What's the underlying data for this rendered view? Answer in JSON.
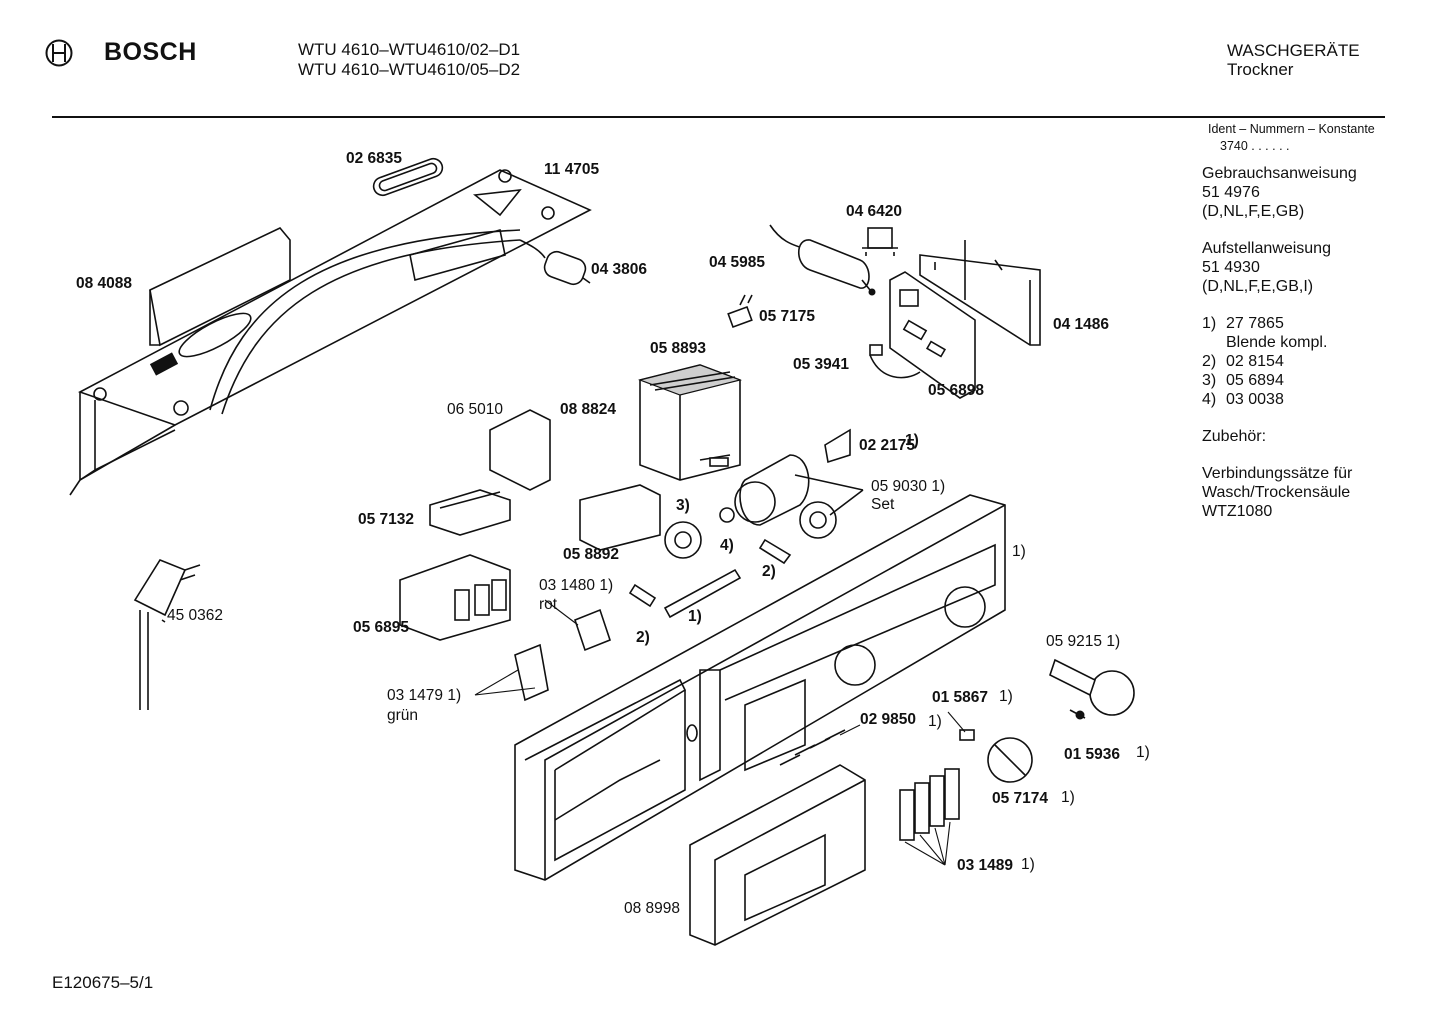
{
  "header": {
    "brand": "BOSCH",
    "model_line1": "WTU 4610–WTU4610/02–D1",
    "model_line2": "WTU 4610–WTU4610/05–D2",
    "category": "WASCHGERÄTE",
    "subcategory": "Trockner"
  },
  "sidebar": {
    "ident_title": "Ident – Nummern – Konstante",
    "ident_value": "3740 . . . . . .",
    "manual_title": "Gebrauchsanweisung",
    "manual_number": "51 4976",
    "manual_langs": "(D,NL,F,E,GB)",
    "install_title": "Aufstellanweisung",
    "install_number": "51 4930",
    "install_langs": "(D,NL,F,E,GB,I)",
    "notes": [
      {
        "n": "1)",
        "text": "27 7865"
      },
      {
        "n": "",
        "text": "Blende kompl."
      },
      {
        "n": "2)",
        "text": "02 8154"
      },
      {
        "n": "3)",
        "text": "05 6894"
      },
      {
        "n": "4)",
        "text": "03 0038"
      }
    ],
    "accessories_title": "Zubehör:",
    "accessories_line1": "Verbindungssätze für",
    "accessories_line2": "Wasch/Trockensäule",
    "accessories_line3": "WTZ1080"
  },
  "parts": {
    "p026835": "02 6835",
    "p114705": "11 4705",
    "p084088": "08 4088",
    "p043806": "04 3806",
    "p046420": "04 6420",
    "p045985": "04 5985",
    "p057175": "05 7175",
    "p041486": "04 1486",
    "p053941": "05 3941",
    "p056898": "05 6898",
    "p058893": "05 8893",
    "p065010": "06 5010",
    "p088824": "08 8824",
    "p022175": "02 2175",
    "p022175_note": "1)",
    "p059030": "05 9030 1)",
    "p059030_sub": "Set",
    "p057132": "05 7132",
    "p058892": "05 8892",
    "note3": "3)",
    "note4": "4)",
    "note2a": "2)",
    "note2b": "2)",
    "note1a": "1)",
    "note1_panel": "1)",
    "p450362": "45 0362",
    "p031480": "03 1480 1)",
    "p031480_sub": "rot",
    "p056895": "05 6895",
    "p031479": "03 1479 1)",
    "p031479_sub": "grün",
    "p059215": "05 9215 1)",
    "p015867": "01 5867",
    "p015867_note": "1)",
    "p029850": "02 9850",
    "p029850_note": "1)",
    "p015936": "01 5936",
    "p015936_note": "1)",
    "p057174": "05 7174",
    "p057174_note": "1)",
    "p031489": "03 1489",
    "p031489_note": "1)",
    "p088998": "08 8998"
  },
  "footer": {
    "doc_id": "E120675–5/1"
  }
}
